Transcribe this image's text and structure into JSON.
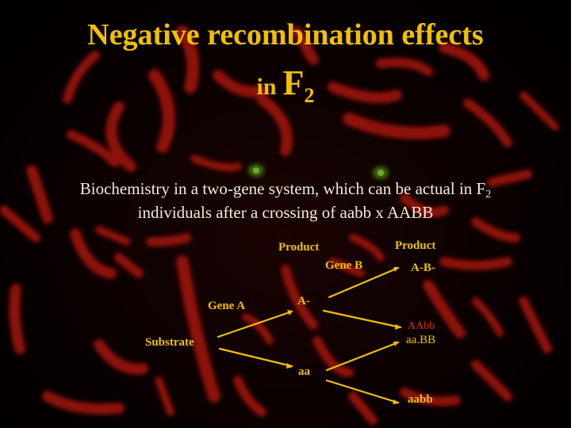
{
  "title": {
    "line1": "Negative recombination effects",
    "line2_prefix": "in",
    "line2_letter": "F",
    "line2_sub": "2"
  },
  "subtitle": {
    "line1_text": "Biochemistry in a two-gene system, which can be actual in F",
    "line1_sub": "2",
    "line2": "individuals after a crossing of aabb x AABB"
  },
  "diagram": {
    "product_1": "Product",
    "product_2": "Product",
    "gene_b": "Gene B",
    "a_b": "A-B-",
    "gene_a": "Gene A",
    "a_dash": "A-",
    "aabb_upper": "AAbb",
    "aabb_mixed": "aa.BB",
    "substrate": "Substrate",
    "aa": "aa",
    "aabb_lower": "aabb"
  },
  "colors": {
    "title": "#f0c000",
    "subtitle": "#f2ebd6",
    "background_stain": "#b3140c",
    "accent_red": "#e02b1a",
    "arrow": "#f0c000"
  }
}
